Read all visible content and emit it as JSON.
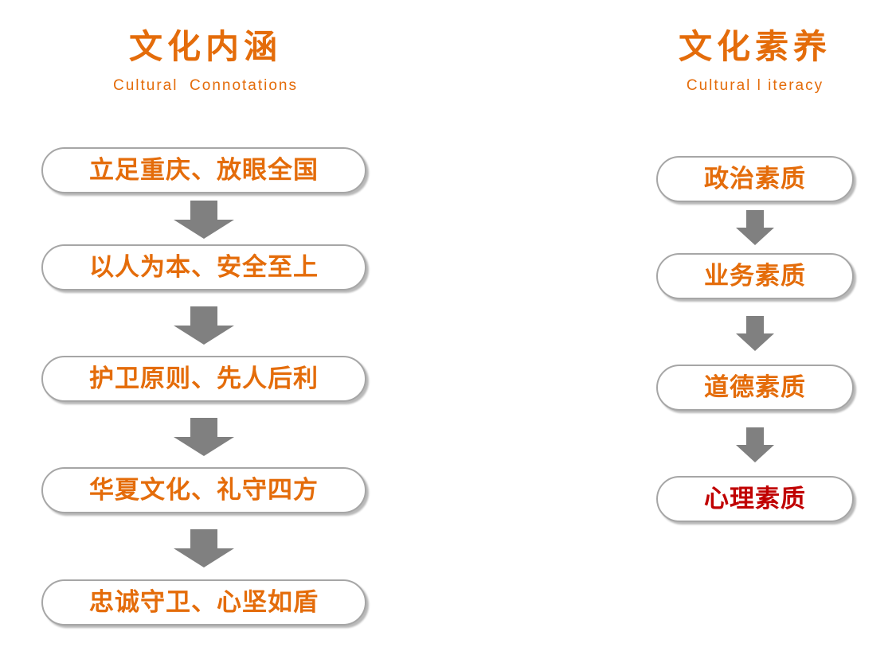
{
  "left_column": {
    "title": "文化内涵",
    "subtitle": "Cultural  Connotations",
    "items": [
      {
        "label": "立足重庆、放眼全国"
      },
      {
        "label": "以人为本、安全至上"
      },
      {
        "label": "护卫原则、先人后利"
      },
      {
        "label": "华夏文化、礼守四方"
      },
      {
        "label": "忠诚守卫、心坚如盾"
      }
    ]
  },
  "right_column": {
    "title": "文化素养",
    "subtitle": "Cultural l iteracy",
    "items": [
      {
        "label": "政治素质"
      },
      {
        "label": "业务素质"
      },
      {
        "label": "道德素质"
      },
      {
        "label": "心理素质",
        "emphasis": true
      }
    ]
  },
  "colors": {
    "text_accent": "#e46c0a",
    "text_emphasis": "#c00000",
    "pill_border": "#a6a6a6",
    "arrow": "#808080"
  },
  "icons": {
    "connector": "arrow-down-icon"
  }
}
